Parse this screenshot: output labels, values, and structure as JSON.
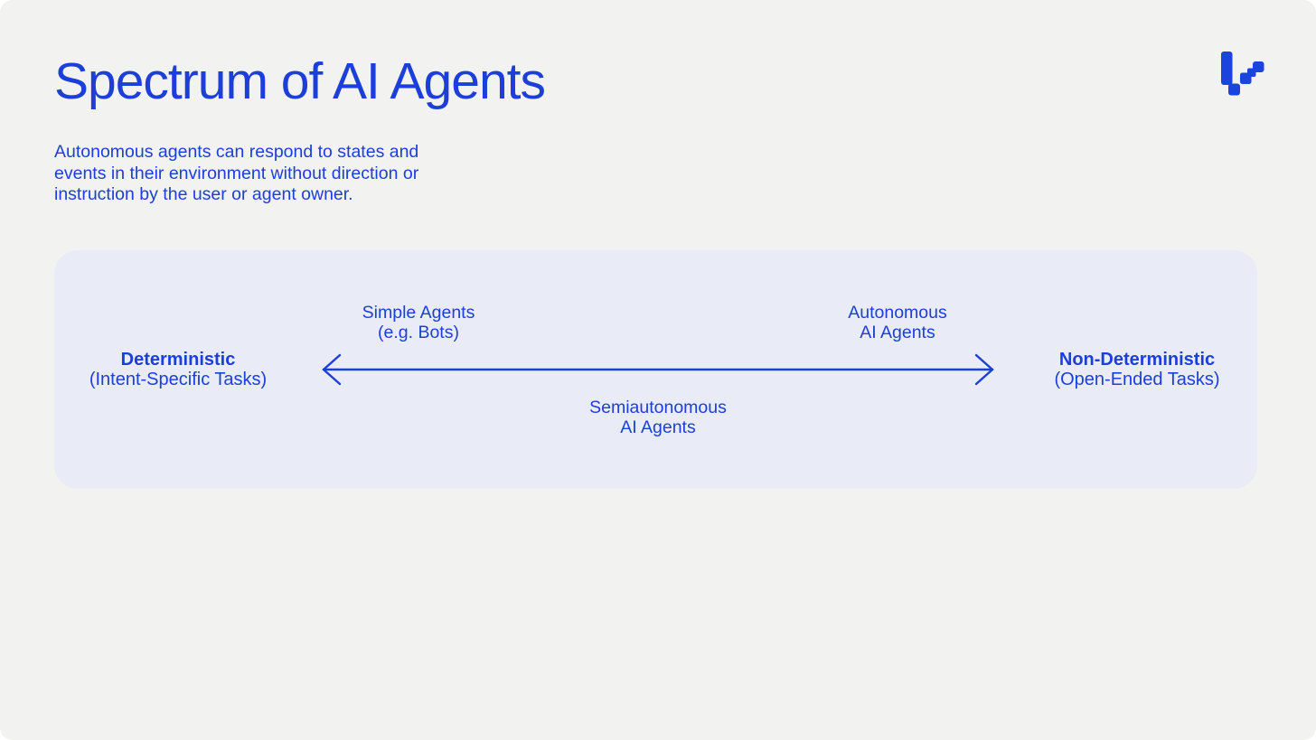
{
  "page": {
    "background": "#f2f2f1",
    "accent_blue": "#1c3ed9",
    "panel_background": "#e9ecf6"
  },
  "header": {
    "title": "Spectrum of AI Agents",
    "subtitle_lines": [
      "Autonomous agents can respond to states and",
      "events in their environment without direction or",
      "instruction by the user or agent owner."
    ],
    "logo_icon": "pixel-brand-mark"
  },
  "diagram": {
    "arrow": {
      "type": "double-headed-horizontal",
      "color": "#1c3ed9"
    },
    "above_arrow_left": {
      "line1": "Simple Agents",
      "line2": "(e.g. Bots)"
    },
    "above_arrow_right": {
      "line1": "Autonomous",
      "line2": "AI Agents"
    },
    "below_arrow_center": {
      "line1": "Semiautonomous",
      "line2": "AI Agents"
    },
    "left_endpoint": {
      "label": "Deterministic",
      "sublabel": "(Intent-Specific Tasks)"
    },
    "right_endpoint": {
      "label": "Non-Deterministic",
      "sublabel": "(Open-Ended Tasks)"
    }
  }
}
